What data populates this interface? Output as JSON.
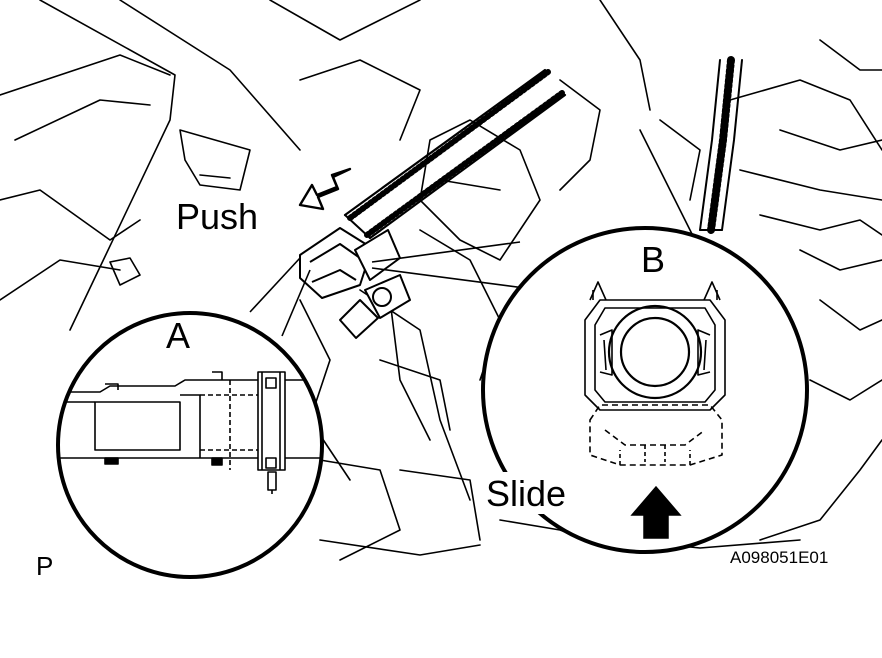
{
  "labels": {
    "push": "Push",
    "detail_a": "A",
    "detail_b": "B",
    "slide": "Slide",
    "corner_mark": "P",
    "figure_code": "A098051E01"
  },
  "colors": {
    "ink": "#000000",
    "paper": "#ffffff"
  },
  "icons": {
    "push_arrow": "hollow-arrow-down-left-icon",
    "slide_arrow": "solid-arrow-up-icon"
  }
}
